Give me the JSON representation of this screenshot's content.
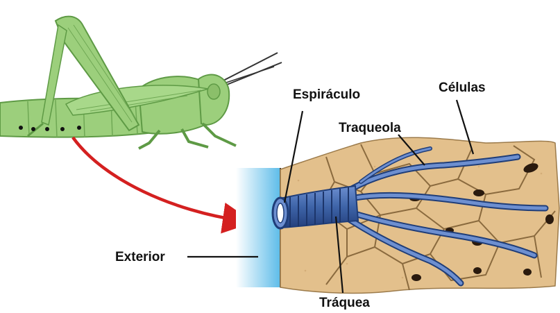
{
  "labels": {
    "espiraculo": "Espiráculo",
    "celulas": "Células",
    "traqueola": "Traqueola",
    "exterior": "Exterior",
    "traquea": "Tráquea"
  },
  "colors": {
    "grasshopper_fill": "#9ccf7c",
    "grasshopper_stroke": "#5e9a45",
    "tissue_fill": "#e3c08c",
    "cell_lines": "#8a6a3e",
    "trachea_blue": "#3e64a8",
    "trachea_dark": "#1f3d78",
    "exterior_blue": "#6cc4ee",
    "arrow_red": "#d42020"
  }
}
